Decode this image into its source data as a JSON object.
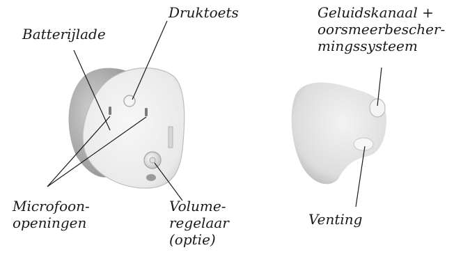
{
  "labels": {
    "druktoets": "Druktoets",
    "batterijlade": "Batterijlade",
    "geluidskanaal": [
      "Geluidskanaal +",
      "oorsmeerbescher-",
      "mingssysteem"
    ],
    "microfoon": [
      "Microfoon-",
      "openingen"
    ],
    "volume": [
      "Volume-",
      "regelaar",
      "(optie)"
    ],
    "venting": "Venting"
  },
  "colors": {
    "line": "#1a1a1a",
    "shell_light": "#e6e6e6",
    "shell_mid": "#cfcfcf",
    "shell_dark": "#9a9a9a",
    "faceplate": "#f2f2f2"
  }
}
